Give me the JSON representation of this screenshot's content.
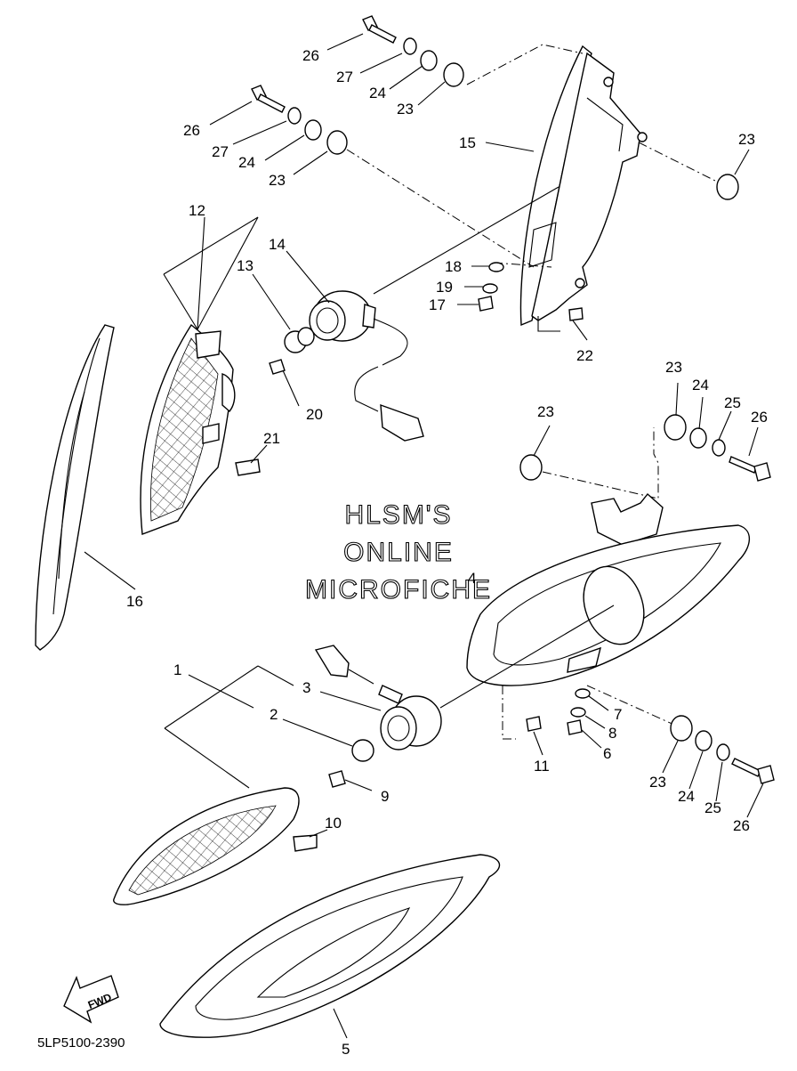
{
  "watermark": {
    "line1": "HLSM'S",
    "line2": "ONLINE",
    "line3": "MICROFICHE"
  },
  "diagram_code": "5LP5100-2390",
  "fwd_label": "FWD",
  "callouts": [
    {
      "id": "c26a",
      "text": "26"
    },
    {
      "id": "c27a",
      "text": "27"
    },
    {
      "id": "c24a",
      "text": "24"
    },
    {
      "id": "c23a",
      "text": "23"
    },
    {
      "id": "c26b",
      "text": "26"
    },
    {
      "id": "c27b",
      "text": "27"
    },
    {
      "id": "c24b",
      "text": "24"
    },
    {
      "id": "c23b",
      "text": "23"
    },
    {
      "id": "c15",
      "text": "15"
    },
    {
      "id": "c23c",
      "text": "23"
    },
    {
      "id": "c12",
      "text": "12"
    },
    {
      "id": "c13",
      "text": "13"
    },
    {
      "id": "c14",
      "text": "14"
    },
    {
      "id": "c18",
      "text": "18"
    },
    {
      "id": "c19",
      "text": "19"
    },
    {
      "id": "c17",
      "text": "17"
    },
    {
      "id": "c22",
      "text": "22"
    },
    {
      "id": "c20",
      "text": "20"
    },
    {
      "id": "c21",
      "text": "21"
    },
    {
      "id": "c23d",
      "text": "23"
    },
    {
      "id": "c24d",
      "text": "24"
    },
    {
      "id": "c25d",
      "text": "25"
    },
    {
      "id": "c26d",
      "text": "26"
    },
    {
      "id": "c23e",
      "text": "23"
    },
    {
      "id": "c16",
      "text": "16"
    },
    {
      "id": "c4",
      "text": "4"
    },
    {
      "id": "c1",
      "text": "1"
    },
    {
      "id": "c3",
      "text": "3"
    },
    {
      "id": "c2",
      "text": "2"
    },
    {
      "id": "c7",
      "text": "7"
    },
    {
      "id": "c8",
      "text": "8"
    },
    {
      "id": "c6",
      "text": "6"
    },
    {
      "id": "c11",
      "text": "11"
    },
    {
      "id": "c9",
      "text": "9"
    },
    {
      "id": "c10",
      "text": "10"
    },
    {
      "id": "c23f",
      "text": "23"
    },
    {
      "id": "c24f",
      "text": "24"
    },
    {
      "id": "c25f",
      "text": "25"
    },
    {
      "id": "c26f",
      "text": "26"
    },
    {
      "id": "c5",
      "text": "5"
    }
  ]
}
